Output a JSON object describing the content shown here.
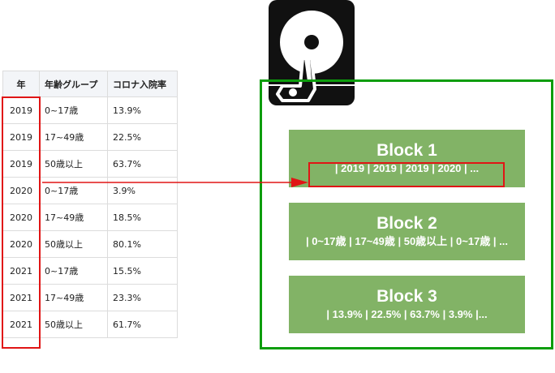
{
  "table": {
    "headers": [
      "年",
      "年齢グループ",
      "コロナ入院率"
    ],
    "rows": [
      [
        "2019",
        "0~17歳",
        "13.9%"
      ],
      [
        "2019",
        "17~49歳",
        "22.5%"
      ],
      [
        "2019",
        "50歳以上",
        "63.7%"
      ],
      [
        "2020",
        "0~17歳",
        "3.9%"
      ],
      [
        "2020",
        "17~49歳",
        "18.5%"
      ],
      [
        "2020",
        "50歳以上",
        "80.1%"
      ],
      [
        "2021",
        "0~17歳",
        "15.5%"
      ],
      [
        "2021",
        "17~49歳",
        "23.3%"
      ],
      [
        "2021",
        "50歳以上",
        "61.7%"
      ]
    ]
  },
  "blocks": [
    {
      "title": "Block 1",
      "values": "| 2019 | 2019 | 2019 | 2020 | ..."
    },
    {
      "title": "Block 2",
      "values": "| 0~17歳 | 17~49歳 | 50歳以上 | 0~17歳 | ..."
    },
    {
      "title": "Block 3",
      "values": "| 13.9% | 22.5% | 63.7% | 3.9% |..."
    }
  ],
  "icons": {
    "storage": "hard-disk-icon"
  },
  "colors": {
    "highlight": "#e01515",
    "storage_border": "#0c9d0c",
    "block_fill": "#82b366",
    "header_fill": "#f3f5f8"
  }
}
